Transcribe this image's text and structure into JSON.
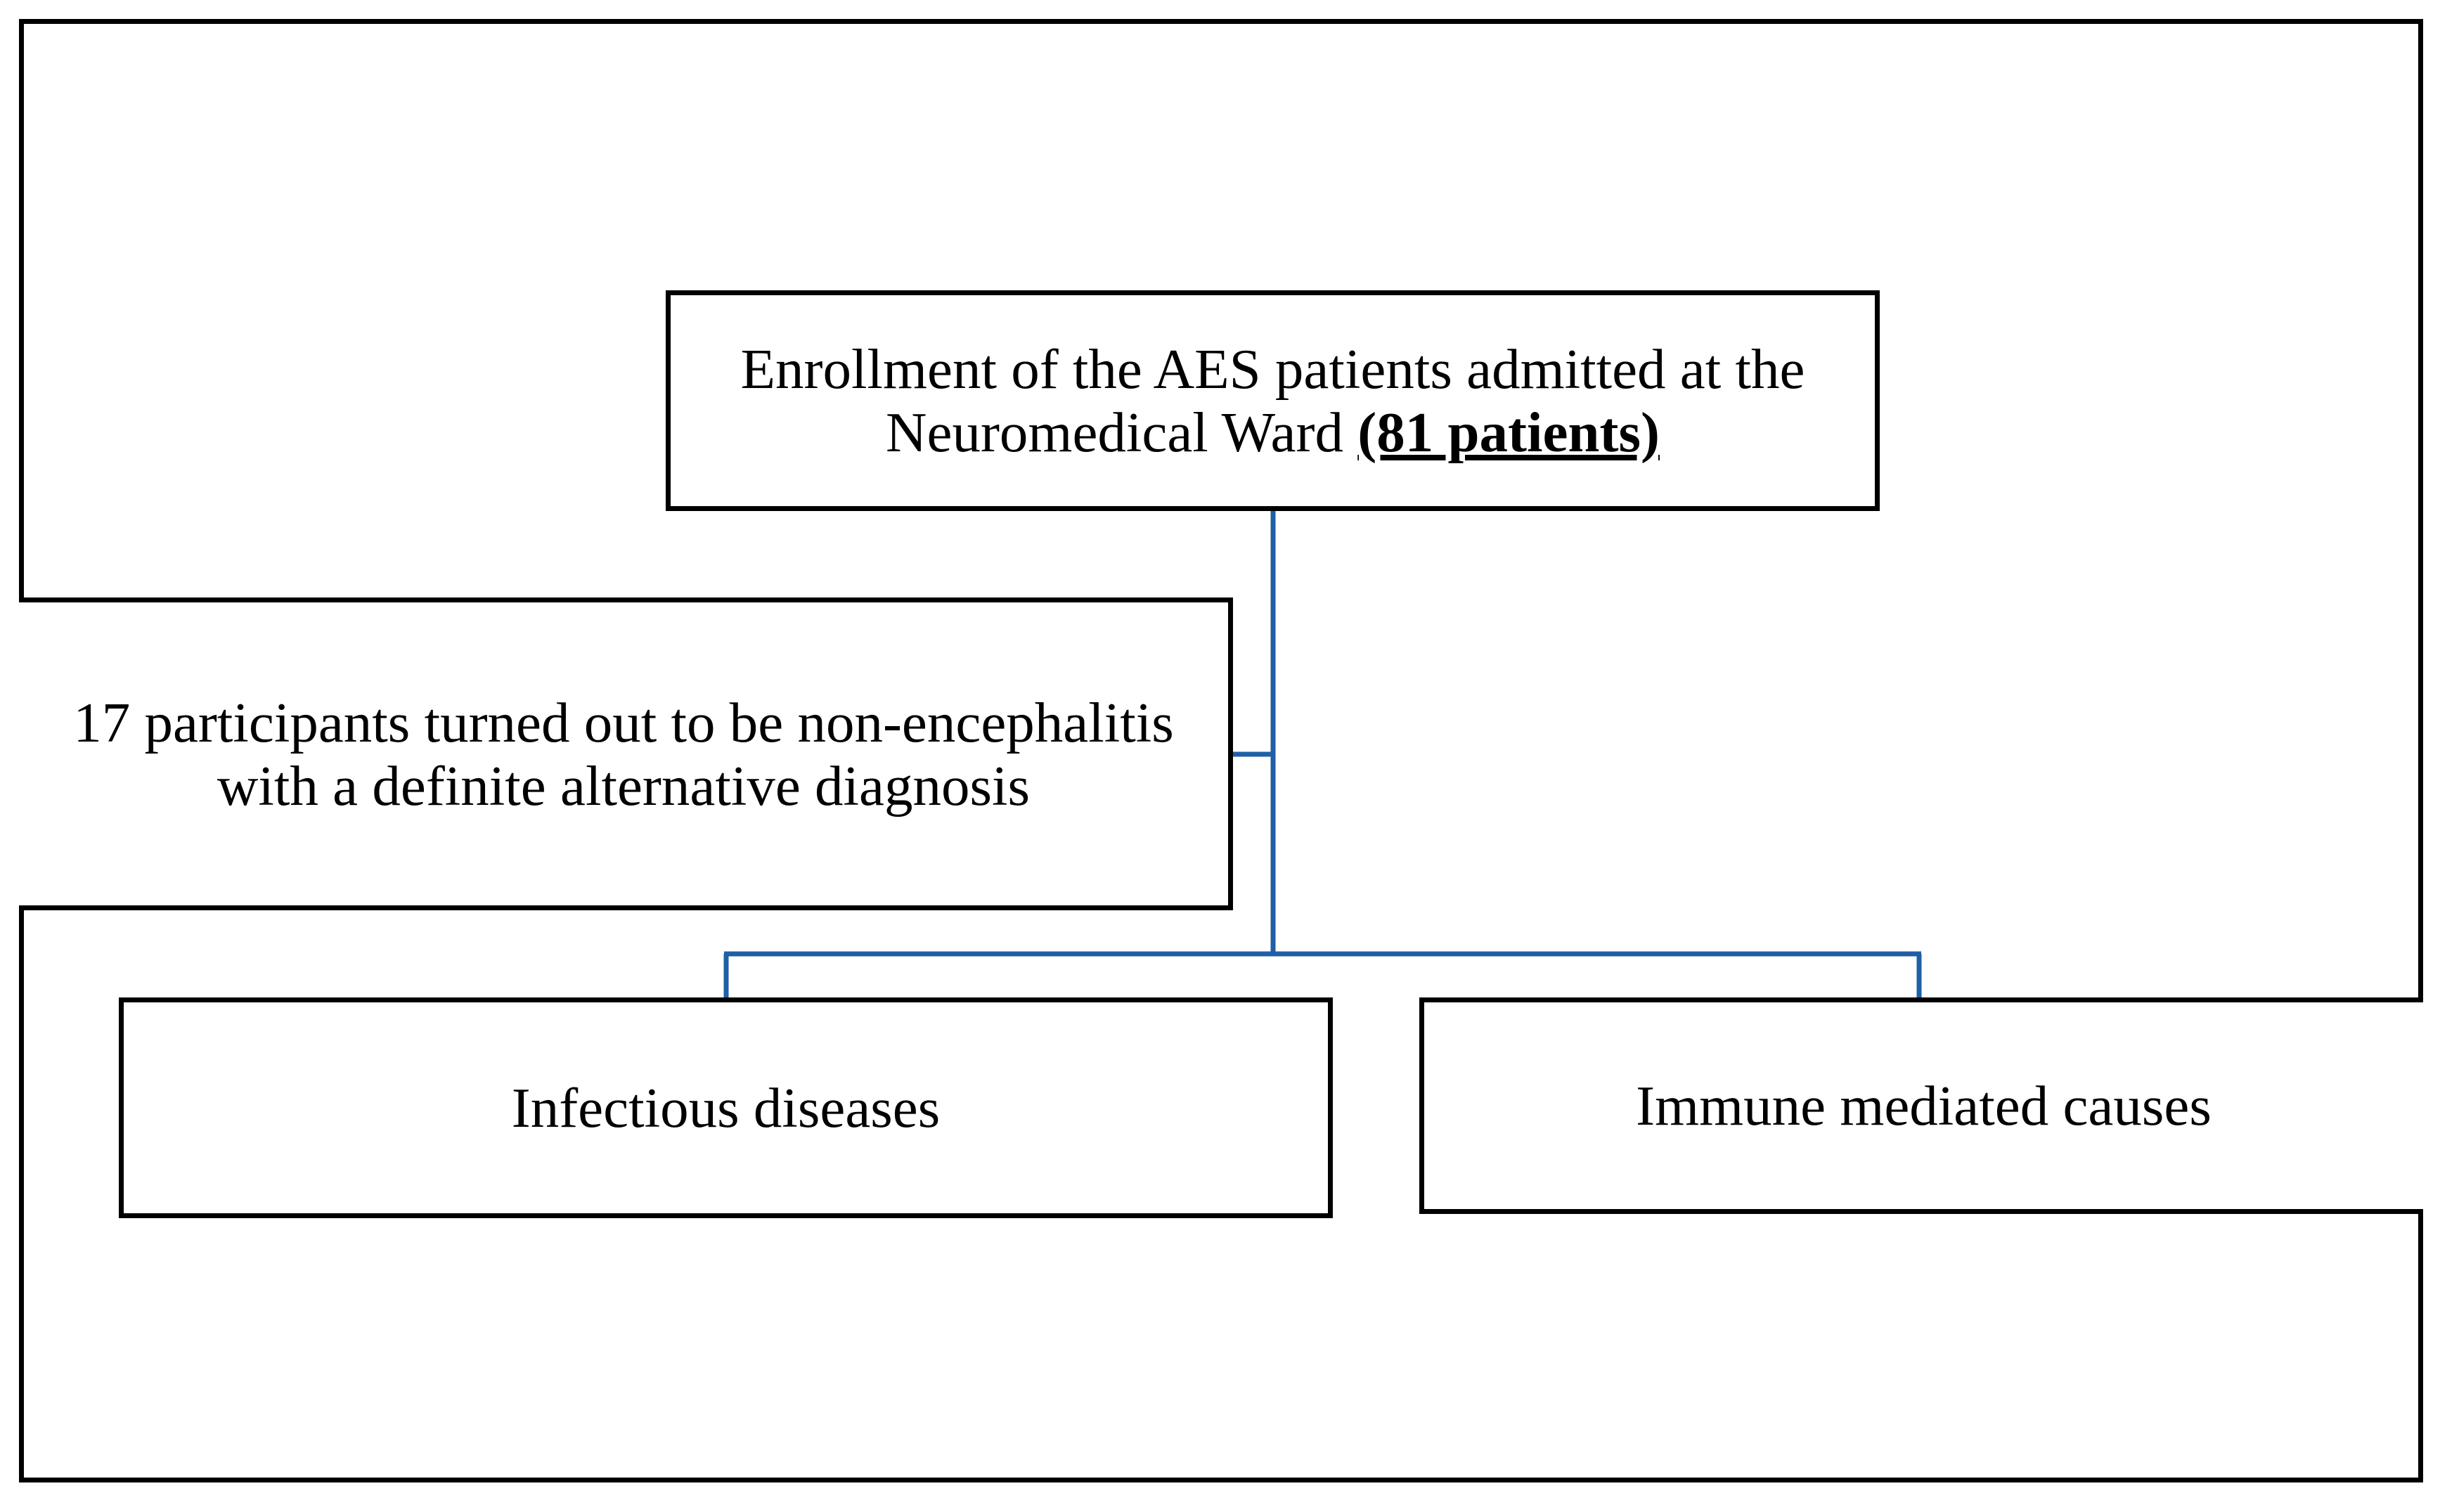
{
  "diagram": {
    "line_color": "#1f5fa6",
    "enrollment": {
      "line1": "Enrollment of the AES patients admitted at the",
      "line2_prefix": "Neuromedical Ward",
      "line2_emphasis": "(81 patients)"
    },
    "excluded": {
      "line1": "17 participants turned out to be non-encephalitis",
      "line2": "with a definite alternative diagnosis"
    },
    "infectious": {
      "label": "Infectious diseases"
    },
    "immune": {
      "label": "Immune mediated causes"
    }
  }
}
